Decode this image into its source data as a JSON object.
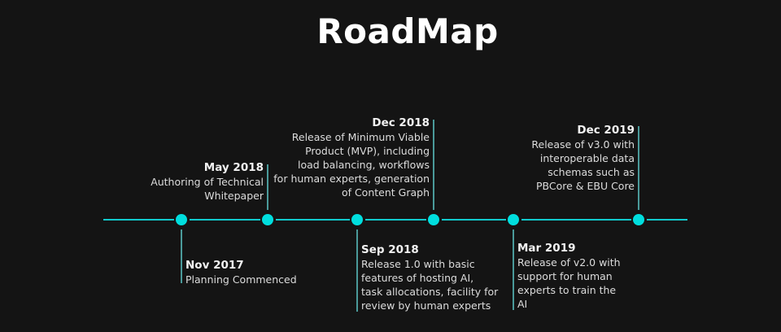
{
  "title": "RoadMap",
  "accent_color": "#00dede",
  "milestones": [
    {
      "date": "Nov 2017",
      "lines": [
        "Planning Commenced"
      ]
    },
    {
      "date": "May 2018",
      "lines": [
        "Authoring of Technical",
        "Whitepaper"
      ]
    },
    {
      "date": "Sep 2018",
      "lines": [
        "Release 1.0 with basic",
        "features of hosting AI,",
        "task allocations, facility for",
        "review by human experts"
      ]
    },
    {
      "date": "Dec 2018",
      "lines": [
        "Release of Minimum Viable",
        "Product (MVP), including",
        "load balancing, workflows",
        "for human experts, generation",
        "of Content Graph"
      ]
    },
    {
      "date": "Mar 2019",
      "lines": [
        "Release of v2.0 with",
        "support for human",
        "experts to train the",
        "AI"
      ]
    },
    {
      "date": "Dec 2019",
      "lines": [
        "Release of v3.0 with",
        "interoperable data",
        "schemas such as",
        "PBCore & EBU Core"
      ]
    }
  ]
}
